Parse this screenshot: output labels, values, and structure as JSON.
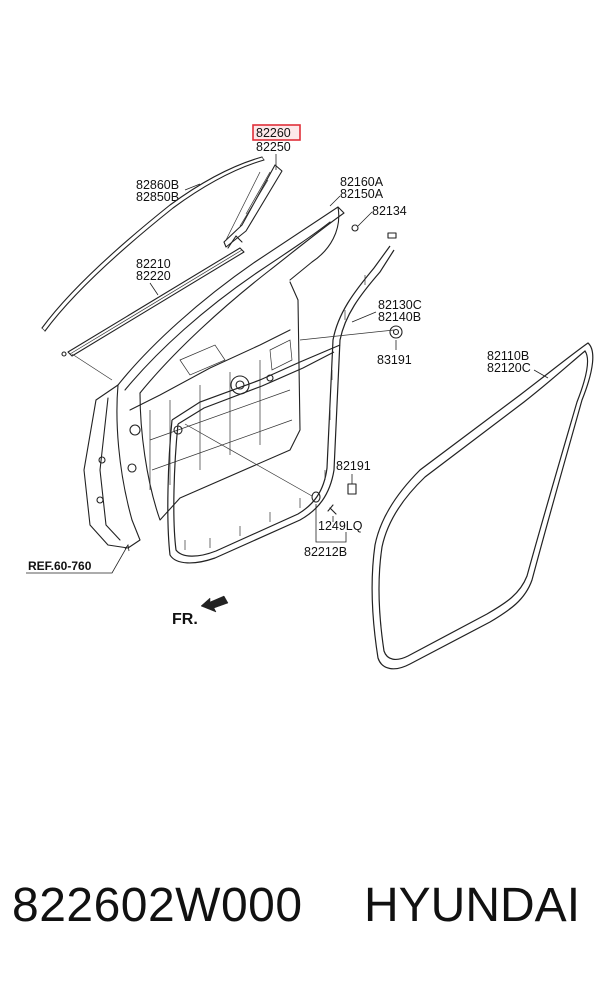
{
  "diagram": {
    "highlight_part": "82260",
    "labels": {
      "p82260": "82260",
      "p82250": "82250",
      "p82860B": "82860B",
      "p82850B": "82850B",
      "p82160A": "82160A",
      "p82150A": "82150A",
      "p82134": "82134",
      "p82210": "82210",
      "p82220": "82220",
      "p82130C": "82130C",
      "p82140B": "82140B",
      "p83191": "83191",
      "p82110B": "82110B",
      "p82120C": "82120C",
      "p82191": "82191",
      "p1249LQ": "1249LQ",
      "p82212B": "82212B",
      "ref": "REF.60-760",
      "front": "FR."
    },
    "colors": {
      "highlight": "#e0303a",
      "line": "#222222"
    }
  },
  "footer": {
    "part_number": "822602W000",
    "brand": "HYUNDAI"
  }
}
